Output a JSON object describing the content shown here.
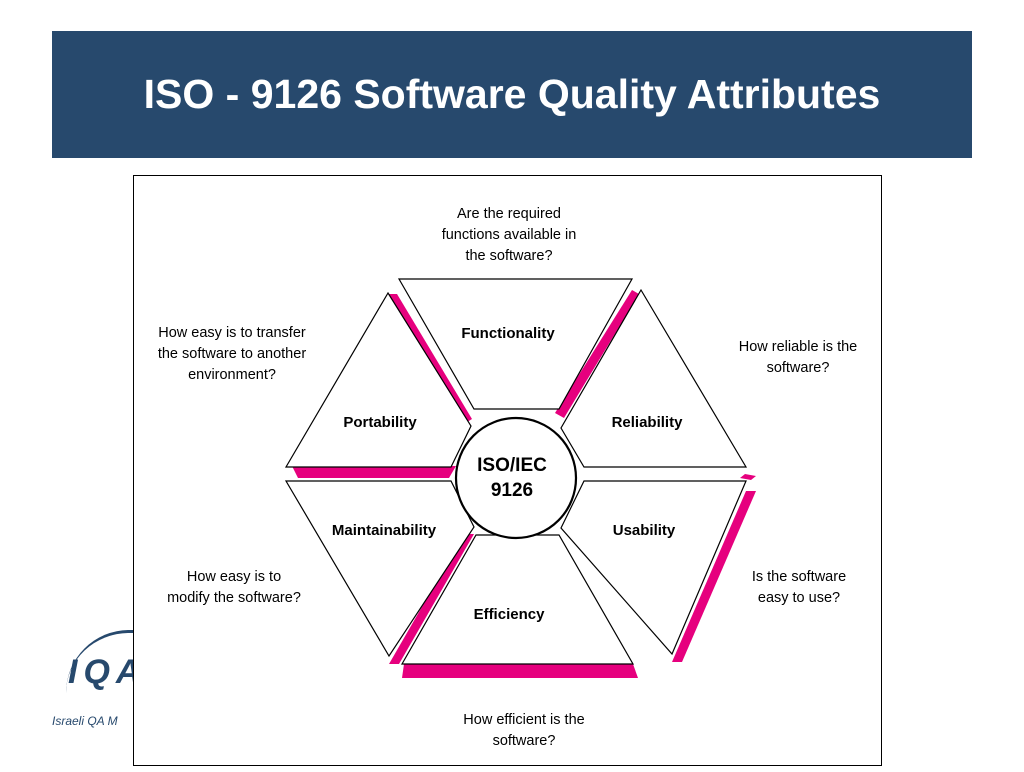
{
  "title": "ISO - 9126 Software Quality Attributes",
  "colors": {
    "title_bar": "#27496d",
    "title_text": "#ffffff",
    "accent_shadow": "#e6007e",
    "diagram_line": "#000000"
  },
  "logo": {
    "letters": "IQA",
    "subtitle": "Israeli QA M"
  },
  "diagram": {
    "center": {
      "line1": "ISO/IEC",
      "line2": "9126"
    },
    "segments": {
      "functionality": "Functionality",
      "reliability": "Reliability",
      "usability": "Usability",
      "efficiency": "Efficiency",
      "maintainability": "Maintainability",
      "portability": "Portability"
    },
    "questions": {
      "functionality": [
        "Are the required",
        "functions available in",
        "the software?"
      ],
      "reliability": [
        "How reliable is the",
        "software?"
      ],
      "usability": [
        "Is the software",
        "easy to use?"
      ],
      "efficiency": [
        "How efficient is the",
        "software?"
      ],
      "maintainability": [
        "How easy is to",
        "modify the software?"
      ],
      "portability": [
        "How easy is to transfer",
        "the software to another",
        "environment?"
      ]
    }
  }
}
